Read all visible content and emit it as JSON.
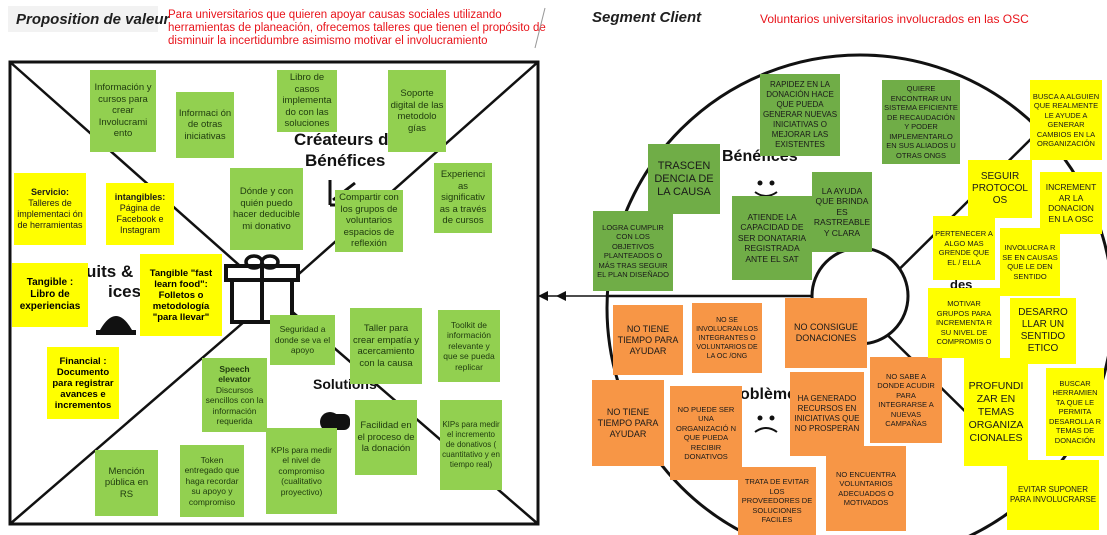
{
  "header": {
    "left_title": "Proposition de valeur",
    "left_text_lines": [
      "Para universitarios que quieren apoyar causas sociales utilizando",
      "herramientas de planeación, ofrecemos talleres que tienen el propósito de",
      "disminuir la incertidumbre asimismo motivar el involucramiento"
    ],
    "right_title": "Segment Client",
    "right_text": "Voluntarios universitarios involucrados en las OSC"
  },
  "canvas_labels": {
    "createurs": "Créateurs de",
    "benefices_left": "Bénéfices",
    "produits_1": "uits &",
    "produits_2": "ices",
    "solutions": "Solutions",
    "benefices_right": "Bénéfices",
    "probleme": "oblème",
    "des": "des"
  },
  "colors": {
    "green": "#92d050",
    "dark_green": "#70ad47",
    "orange": "#f79646",
    "yellow": "#ffff00",
    "header_red": "#e8141b"
  },
  "notes": {
    "g_info_cursos": "Información y cursos para crear Involucrami ento",
    "g_info_iniciativas": "Informaci ón de otras iniciativas",
    "g_libro_casos": "Libro de casos implementa do con las soluciones",
    "g_soporte": "Soporte digital de las metodolo gías",
    "g_donde": "Dónde y con quién puedo hacer deducible mi donativo",
    "g_compartir": "Compartir con los grupos de voluntarios espacios de reflexión",
    "g_experiencias": "Experienci as significativ as a través de cursos",
    "g_seguridad": "Seguridad a donde se va el apoyo",
    "g_taller": "Taller para crear empatía y acercamiento con la causa",
    "g_toolkit": "Toolkit de información relevante y que se pueda replicar",
    "g_speech_title": "Speech elevator",
    "g_speech_body": "Discursos sencillos con la información requerida",
    "g_facilidad": "Facilidad en el proceso de la donación",
    "g_kpis_incremento": "KIPs para medir el incremento de donativos ( cuantitativo y en tiempo real)",
    "g_kpis_compromiso": "KPIs para medir el nivel de compromiso (cualitativo proyectivo)",
    "g_token": "Token entregado que haga recordar su apoyo y compromiso",
    "g_mencion": "Mención pública en RS",
    "y_servicio_title": "Servicio:",
    "y_servicio_body": "Talleres de implementaci ón de herramientas",
    "y_intangibles_title": "intangibles:",
    "y_intangibles_body": "Página de Facebook e Instagram",
    "y_tangible_libro": "Tangible : Libro de experiencias",
    "y_tangible_fast": "Tangible \"fast learn food\": Folletos o metodología \"para llevar\"",
    "y_financial": "Financial : Documento para registrar avances e incrementos",
    "dg_rapidez": "RAPIDEZ EN LA DONACIÓN HACE QUE PUEDA GENERAR NUEVAS INICIATIVAS O MEJORAR LAS EXISTENTES",
    "dg_sistema": "QUIERE ENCONTRAR UN SISTEMA EFICIENTE DE RECAUDACIÓN Y PODER IMPLEMENTARLO EN SUS ALIADOS U OTRAS ONGS",
    "dg_trascendencia": "TRASCEN DENCIA DE LA CAUSA",
    "dg_lograr": "LOGRA CUMPLIR CON LOS OBJETIVOS PLANTEADOS O MÁS TRAS SEGUIR EL PLAN DISEÑADO",
    "dg_atiende": "ATIENDE LA CAPACIDAD DE SER DONATARIA REGISTRADA ANTE EL SAT",
    "dg_ayuda": "LA AYUDA QUE BRINDA ES RASTREABLE Y CLARA",
    "o_no_tiempo_1": "NO TIENE TIEMPO PARA AYUDAR",
    "o_no_se_involucran": "NO SE INVOLUCRAN LOS INTEGRANTES O VOLUNTARIOS DE LA OC /ONG",
    "o_no_consigue": "NO CONSIGUE DONACIONES",
    "o_no_tiempo_2": "NO TIENE TIEMPO PARA AYUDAR",
    "o_no_puede": "NO PUEDE SER UNA ORGANIZACIÓ N QUE PUEDA RECIBIR DONATIVOS",
    "o_ha_generado": "HA GENERADO RECURSOS EN INICIATIVAS QUE NO PROSPERAN",
    "o_no_sabe": "NO SABE A DONDE ACUDIR PARA INTEGRARSE A NUEVAS CAMPAÑAS",
    "o_trata": "TRATA DE EVITAR LOS PROVEEDORES DE SOLUCIONES FACILES",
    "o_no_encuentra": "NO ENCUENTRA VOLUNTARIOS ADECUADOS O MOTIVADOS",
    "y_busca_alguien": "BUSCA A ALGUIEN QUE REALMENTE LE AYUDE A GENERAR CAMBIOS EN LA ORGANIZACIÓN",
    "y_seguir": "SEGUIR PROTOCOL OS",
    "y_incrementar": "INCREMENT AR LA DONACION EN LA OSC",
    "y_pertenecer": "PERTENECER A ALGO MAS GRENDE QUE EL / ELLA",
    "y_involucrarse": "INVOLUCRA R SE EN CAUSAS QUE LE DEN SENTIDO",
    "y_motivar": "MOTIVAR GRUPOS PARA INCREMENTA R SU NIVEL DE COMPROMIS O",
    "y_desarrollar": "DESARRO LLAR UN SENTIDO ETICO",
    "y_profundizar": "PROFUNDI ZAR EN TEMAS ORGANIZA CIONALES",
    "y_buscar_herramienta": "BUSCAR HERRAMIEN TA QUE LE PERMITA DESAROLLA R TEMAS DE DONACIÓN",
    "y_evitar": "EVITAR SUPONER PARA INVOLUCRARSE"
  }
}
